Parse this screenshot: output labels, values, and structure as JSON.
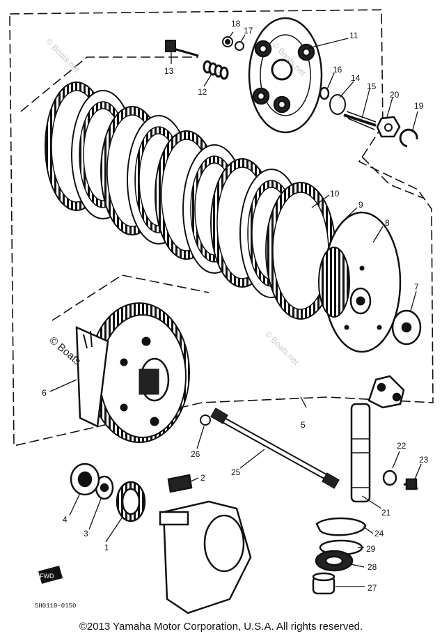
{
  "footer": {
    "copyright": "©2013 Yamaha Motor Corporation, U.S.A. All rights reserved."
  },
  "drawing_code": "5H0110-0150",
  "fwd_mark": "FWD",
  "watermarks": [
    "© Boats",
    "© Boats.net",
    "© Boats.net",
    "© Boats.net"
  ],
  "callouts": [
    "1",
    "2",
    "3",
    "4",
    "5",
    "6",
    "7",
    "8",
    "9",
    "10",
    "11",
    "12",
    "13",
    "14",
    "15",
    "16",
    "17",
    "18",
    "19",
    "20",
    "21",
    "22",
    "23",
    "24",
    "25",
    "26",
    "27",
    "28",
    "29"
  ]
}
